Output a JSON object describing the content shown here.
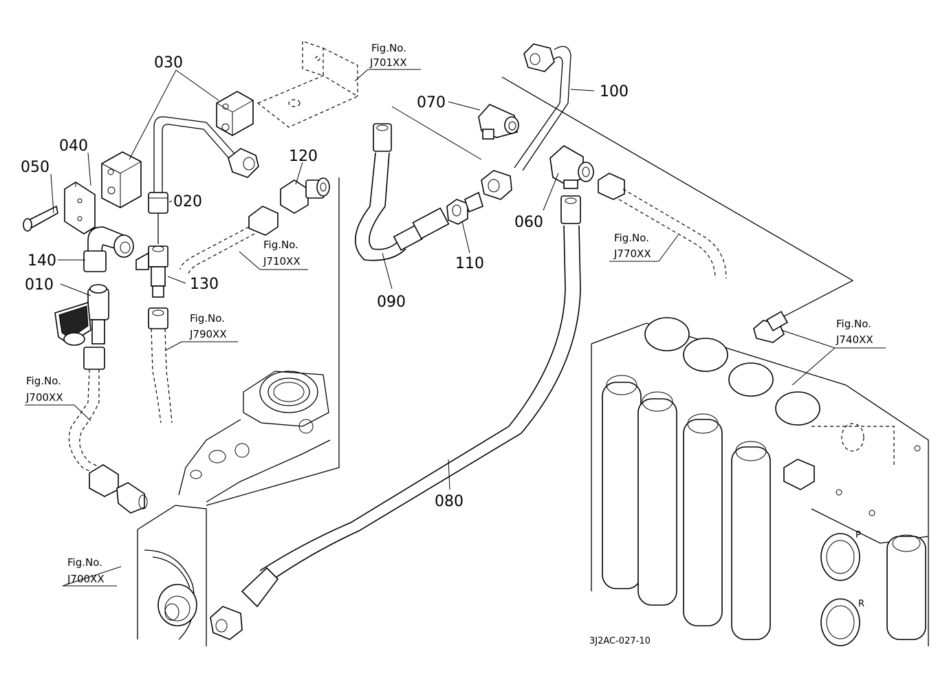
{
  "diagram_code": "3J2AC-027-10",
  "parts": [
    {
      "id": "p010",
      "label": "010"
    },
    {
      "id": "p020",
      "label": "020"
    },
    {
      "id": "p030",
      "label": "030"
    },
    {
      "id": "p040",
      "label": "040"
    },
    {
      "id": "p050",
      "label": "050"
    },
    {
      "id": "p060",
      "label": "060"
    },
    {
      "id": "p070",
      "label": "070"
    },
    {
      "id": "p080",
      "label": "080"
    },
    {
      "id": "p090",
      "label": "090"
    },
    {
      "id": "p100",
      "label": "100"
    },
    {
      "id": "p110",
      "label": "110"
    },
    {
      "id": "p120",
      "label": "120"
    },
    {
      "id": "p130",
      "label": "130"
    },
    {
      "id": "p140",
      "label": "140"
    }
  ],
  "figure_refs": [
    {
      "id": "r701",
      "prefix": "Fig.No.",
      "code": "J701XX"
    },
    {
      "id": "r710",
      "prefix": "Fig.No.",
      "code": "J710XX"
    },
    {
      "id": "r790",
      "prefix": "Fig.No.",
      "code": "J790XX"
    },
    {
      "id": "r700a",
      "prefix": "Fig.No.",
      "code": "J700XX"
    },
    {
      "id": "r700b",
      "prefix": "Fig.No.",
      "code": "J700XX"
    },
    {
      "id": "r770",
      "prefix": "Fig.No.",
      "code": "J770XX"
    },
    {
      "id": "r740",
      "prefix": "Fig.No.",
      "code": "J740XX"
    }
  ]
}
